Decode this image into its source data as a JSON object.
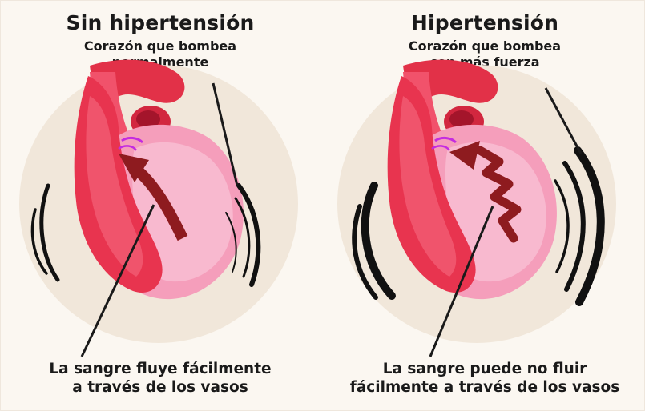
{
  "left": {
    "title": "Sin hipertensión",
    "subtitle_1": "Corazón que bombea",
    "subtitle_2": "normalmente",
    "caption_1": "La sangre fluye fácilmente",
    "caption_2": "a través de los vasos"
  },
  "right": {
    "title": "Hipertensión",
    "subtitle_1": "Corazón que bombea",
    "subtitle_2": "con más fuerza",
    "caption_1": "La sangre puede no fluir",
    "caption_2": "fácilmente a través de los vasos"
  },
  "colors": {
    "background": "#fbf7f1",
    "halo": "#f1e7da",
    "heart_red": "#e8344f",
    "heart_pink": "#f5a1bd",
    "flow_arrow": "#8e1b1f",
    "motion_lines": "#111111"
  }
}
